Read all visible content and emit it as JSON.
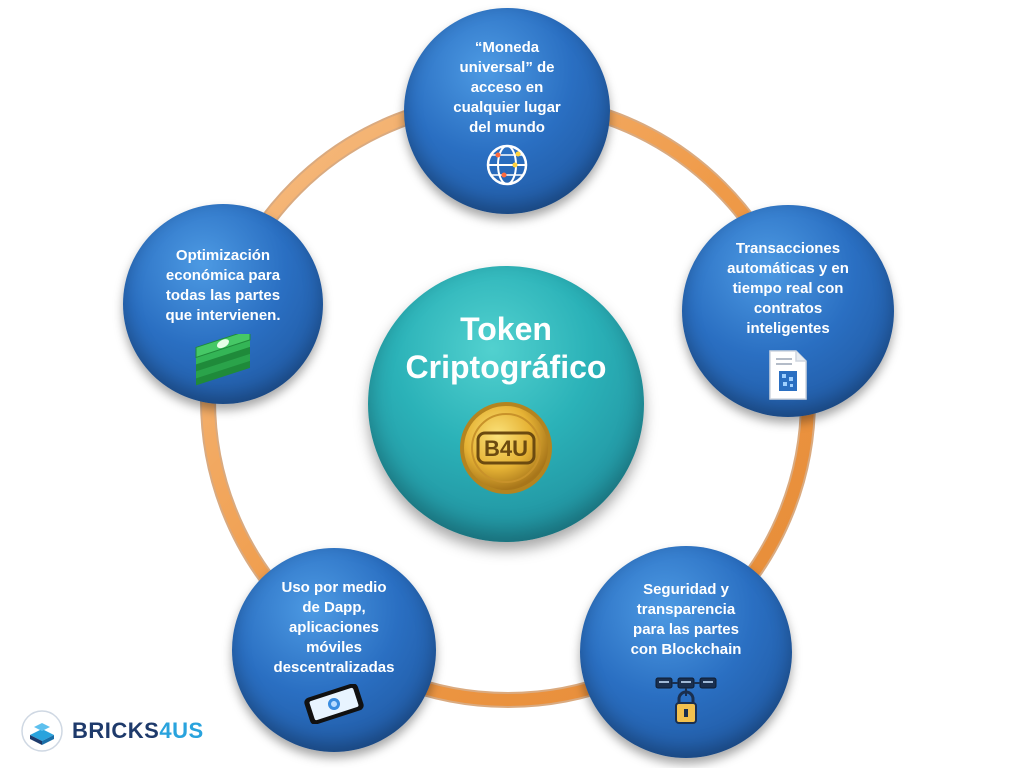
{
  "center": {
    "title": "Token\nCriptográfico",
    "coin_label": "B4U"
  },
  "nodes": [
    {
      "text": "“Moneda\nuniversal” de\nacceso en\ncualquier lugar\ndel mundo",
      "icon": "globe-icon"
    },
    {
      "text": "Transacciones\nautomáticas y en\ntiempo real con\ncontratos\ninteligentes",
      "icon": "contract-document-icon"
    },
    {
      "text": "Seguridad y\ntransparencia\npara las partes\ncon Blockchain",
      "icon": "blockchain-lock-icon"
    },
    {
      "text": "Uso por medio\nde Dapp,\naplicaciones\nmóviles\ndescentralizadas",
      "icon": "smartphone-icon"
    },
    {
      "text": "Optimización\neconómica para\ntodas las partes\nque intervienen.",
      "icon": "money-stack-icon"
    }
  ],
  "logo": {
    "part1": "BRICKS",
    "part2": "4US"
  },
  "colors": {
    "node_blue": "#2a6fc2",
    "center_teal": "#2bb2b8",
    "ring_orange": "#f0a050",
    "coin_gold": "#e6b335",
    "logo_navy": "#1e3a6b",
    "logo_cyan": "#29a3dd"
  }
}
